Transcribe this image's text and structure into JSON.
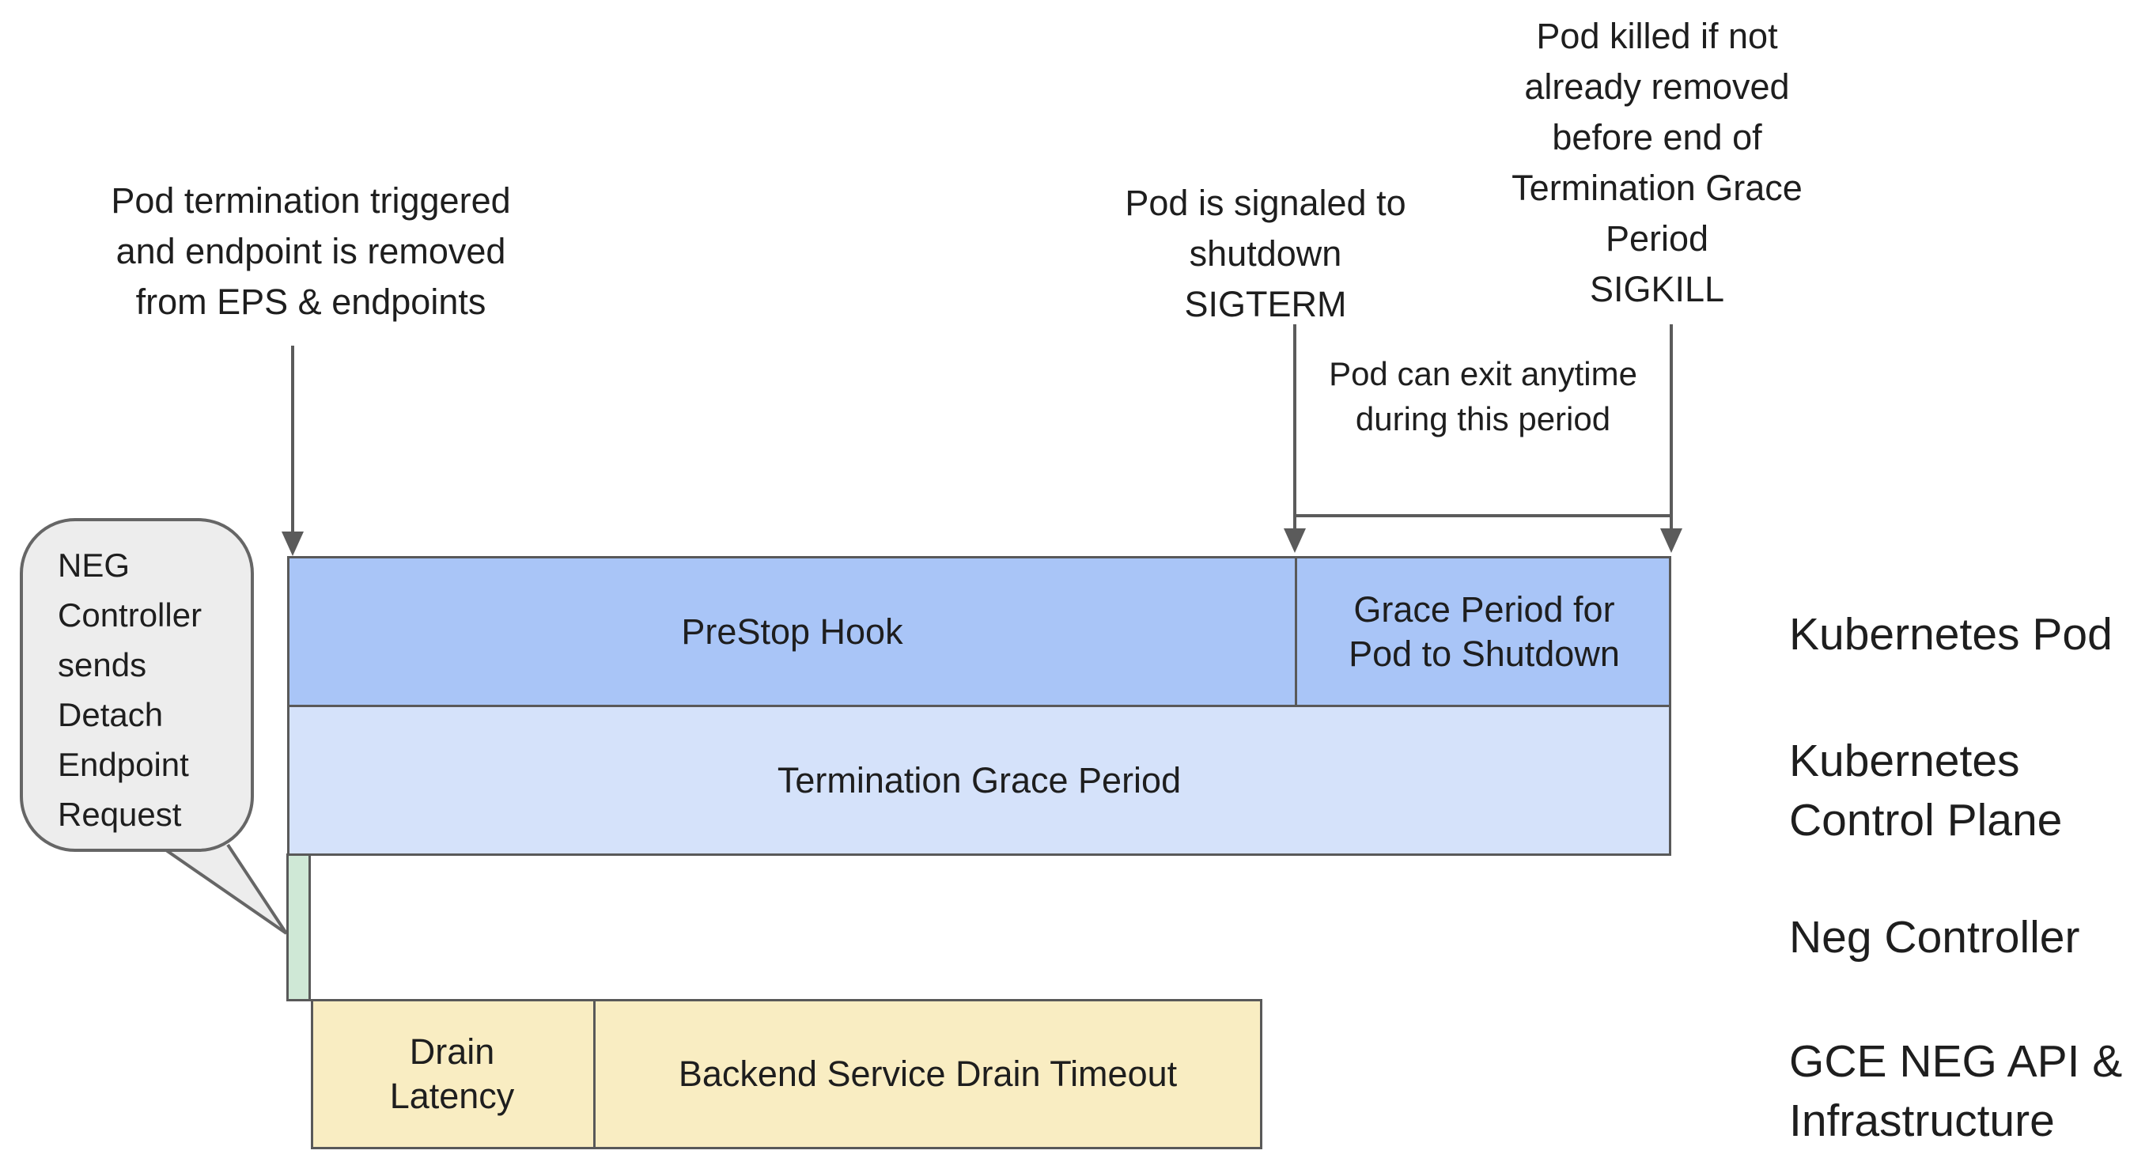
{
  "annotations": {
    "pod_termination": "Pod termination triggered\nand endpoint is removed\nfrom EPS & endpoints",
    "sigterm": "Pod is signaled to\nshutdown\nSIGTERM",
    "sigkill": "Pod killed if not\nalready removed\nbefore end of\nTermination Grace\nPeriod\nSIGKILL",
    "exit_note": "Pod can exit anytime\nduring this period",
    "bubble": "NEG\nController\nsends\nDetach\nEndpoint\nRequest"
  },
  "bars": {
    "prestop_hook": "PreStop Hook",
    "grace_period": "Grace Period for\nPod to Shutdown",
    "termination_grace_period": "Termination Grace Period",
    "drain_latency": "Drain\nLatency",
    "backend_drain_timeout": "Backend Service Drain Timeout"
  },
  "row_labels": {
    "kubernetes_pod": "Kubernetes Pod",
    "kubernetes_control_plane": "Kubernetes\nControl Plane",
    "neg_controller": "Neg Controller",
    "gce_neg": "GCE NEG API &\nInfrastructure"
  },
  "colors": {
    "pod_row_fill": "#a9c5f7",
    "control_plane_row_fill": "#d5e2fa",
    "neg_controller_fill": "#cfe8d6",
    "gce_row_fill": "#f9edc2",
    "bar_border": "#595959",
    "connector_line": "#5b5b5b",
    "bubble_fill": "#ededed",
    "bubble_border": "#666666",
    "text": "#1e1e1e"
  }
}
